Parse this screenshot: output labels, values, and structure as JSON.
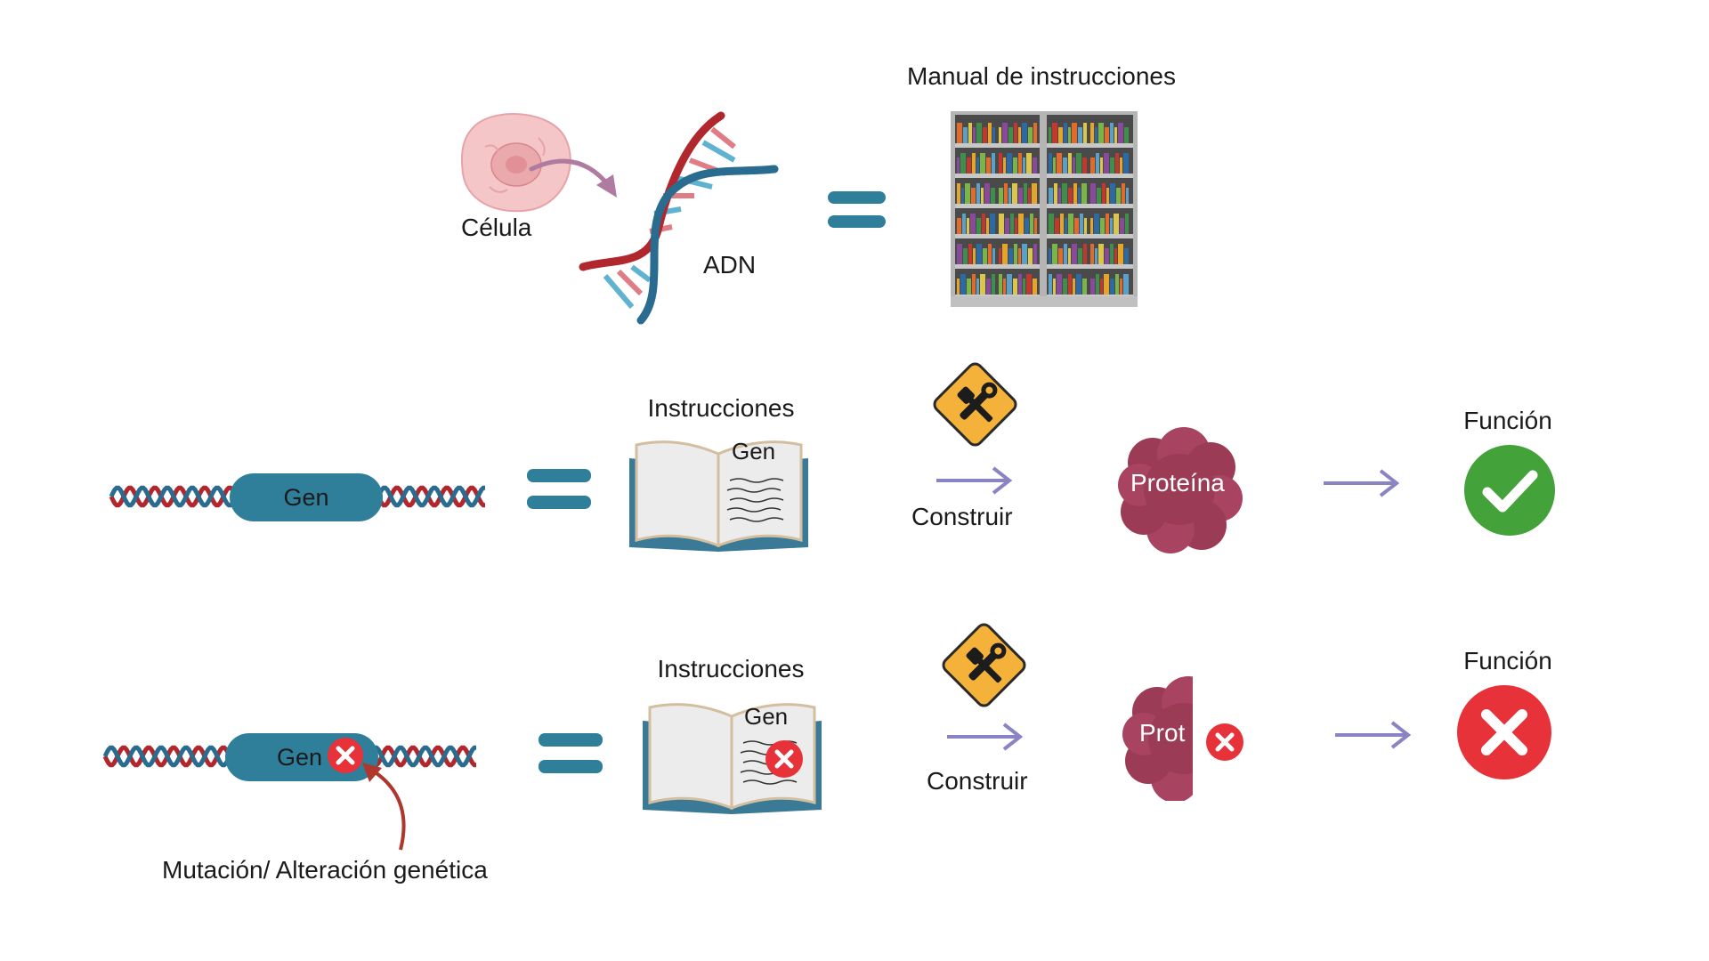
{
  "row1": {
    "cell_label": "Célula",
    "dna_label": "ADN",
    "library_label": "Manual de instrucciones"
  },
  "row2": {
    "gene_label": "Gen",
    "book_title": "Instrucciones",
    "book_gene": "Gen",
    "build_label": "Construir",
    "protein_label": "Proteína",
    "function_label": "Función",
    "result": "check"
  },
  "row3": {
    "gene_label": "Gen",
    "book_title": "Instrucciones",
    "book_gene": "Gen",
    "build_label": "Construir",
    "protein_label": "Prot",
    "function_label": "Función",
    "mutation_label": "Mutación/ Alteración genética",
    "result": "cross"
  },
  "colors": {
    "dna_red": "#b0272d",
    "dna_blue": "#2a6c8f",
    "teal": "#2f7f9b",
    "arrow": "#8a84c4",
    "protein": "#9b3b55",
    "success": "#43a33a",
    "error": "#e8323a",
    "tool_sign": "#f4b23a"
  }
}
